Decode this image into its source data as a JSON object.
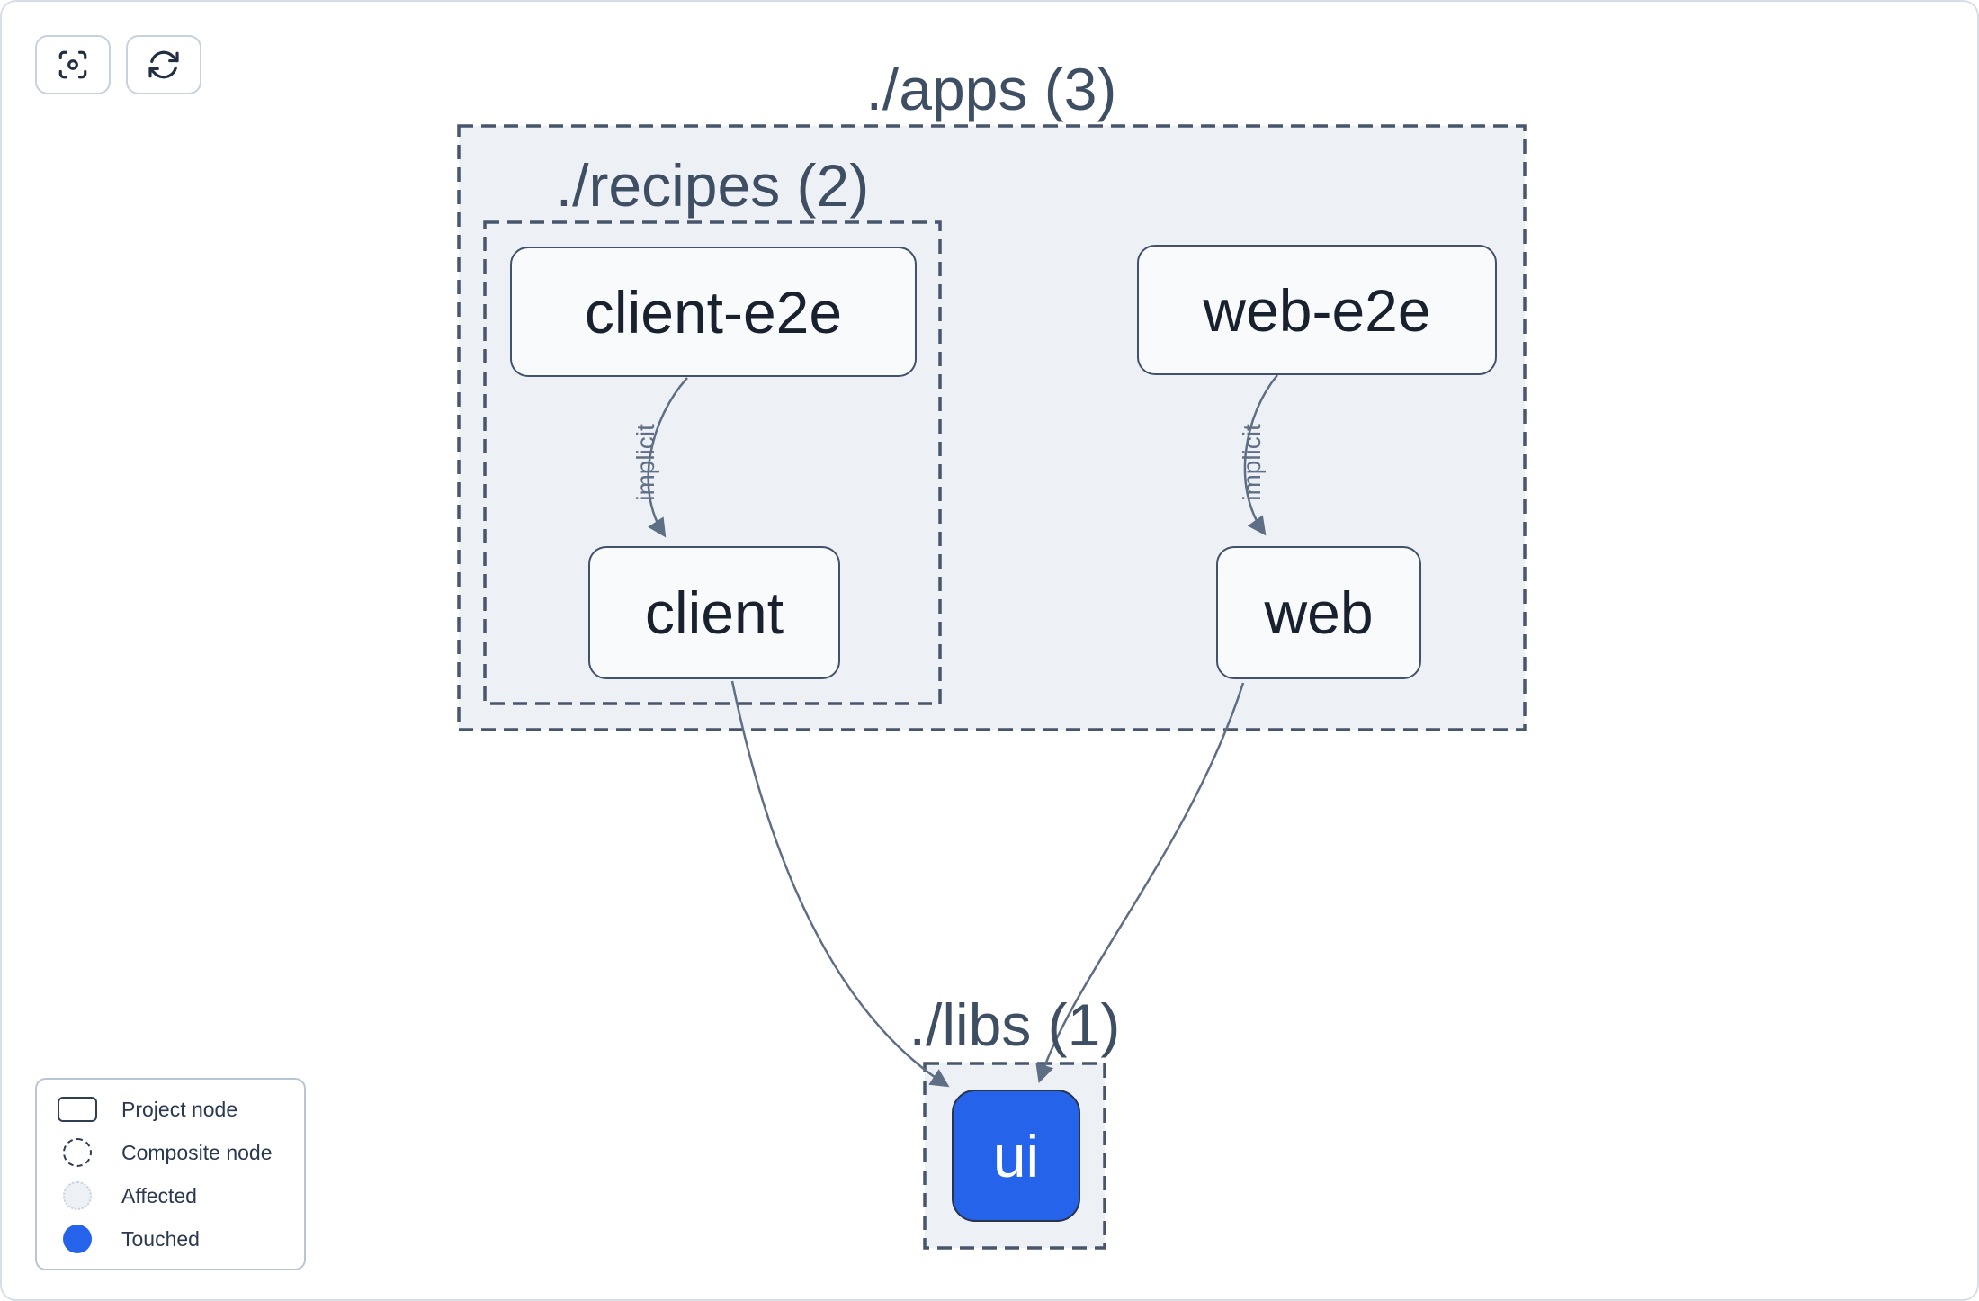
{
  "toolbar": {
    "buttons": [
      {
        "name": "focus",
        "icon": "viewfinder-icon"
      },
      {
        "name": "refresh",
        "icon": "refresh-icon"
      }
    ]
  },
  "graph": {
    "composites": [
      {
        "id": "apps",
        "label": "./apps (3)"
      },
      {
        "id": "recipes",
        "label": "./recipes (2)"
      },
      {
        "id": "libs",
        "label": "./libs (1)"
      }
    ],
    "nodes": [
      {
        "id": "client-e2e",
        "label": "client-e2e",
        "state": "normal"
      },
      {
        "id": "web-e2e",
        "label": "web-e2e",
        "state": "normal"
      },
      {
        "id": "client",
        "label": "client",
        "state": "normal"
      },
      {
        "id": "web",
        "label": "web",
        "state": "normal"
      },
      {
        "id": "ui",
        "label": "ui",
        "state": "touched"
      }
    ],
    "edges": [
      {
        "from": "client-e2e",
        "to": "client",
        "type": "implicit",
        "label": "implicit"
      },
      {
        "from": "web-e2e",
        "to": "web",
        "type": "implicit",
        "label": "implicit"
      },
      {
        "from": "client",
        "to": "ui",
        "type": "static",
        "label": ""
      },
      {
        "from": "web",
        "to": "ui",
        "type": "static",
        "label": ""
      }
    ]
  },
  "legend": {
    "items": [
      {
        "swatch": "project-node",
        "label": "Project node"
      },
      {
        "swatch": "composite-node",
        "label": "Composite node"
      },
      {
        "swatch": "affected",
        "label": "Affected"
      },
      {
        "swatch": "touched",
        "label": "Touched"
      }
    ]
  },
  "colors": {
    "touched_blue": "#2563eb",
    "edge": "#5e6e84",
    "node_fill": "#f8fafc",
    "node_border": "#42526b",
    "node_text": "#19212f",
    "composite_fill": "#edf1f6",
    "composite_border": "#47566b",
    "composite_label_text": "#3e4e63",
    "canvas_border": "#d8dee8"
  }
}
